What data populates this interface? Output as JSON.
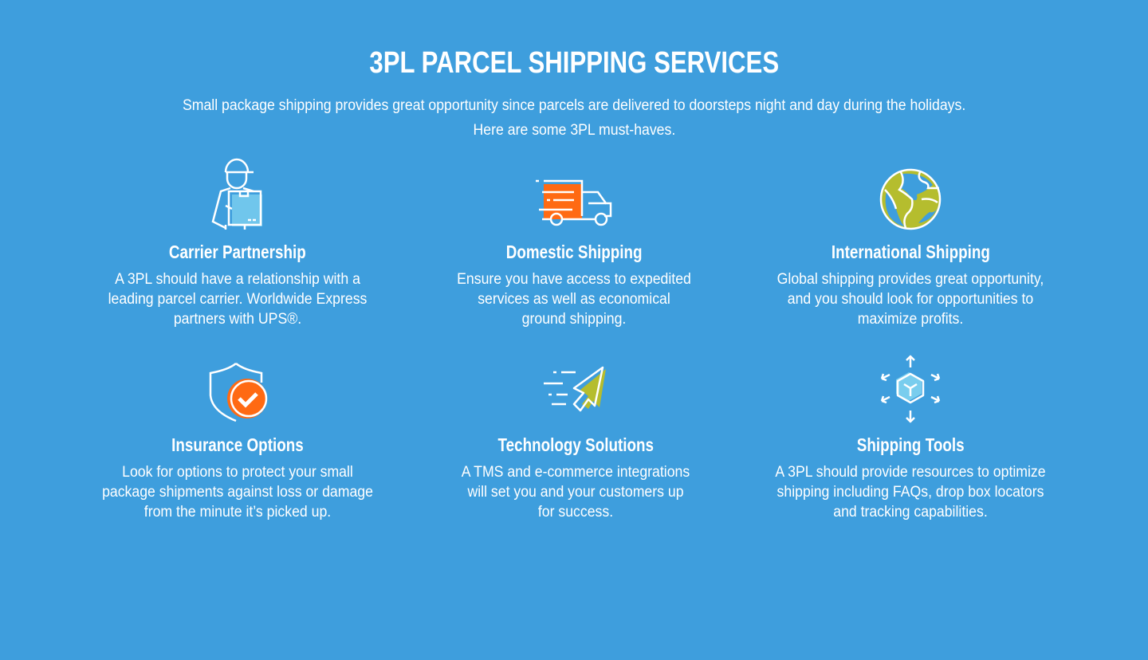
{
  "header": {
    "title": "3PL PARCEL SHIPPING SERVICES",
    "subtitle_line1": "Small package shipping provides great opportunity since parcels are delivered to doorsteps night and day during the holidays.",
    "subtitle_line2": "Here are some 3PL must-haves."
  },
  "colors": {
    "background": "#3e9edd",
    "orange": "#ff6a13",
    "olive": "#b5bd2e",
    "lightblue": "#79cdee"
  },
  "services": [
    {
      "icon": "delivery-person-icon",
      "title": "Carrier Partnership",
      "lines": [
        "A 3PL should have a relationship with a",
        "leading parcel carrier. Worldwide Express",
        "partners with UPS®."
      ]
    },
    {
      "icon": "delivery-truck-icon",
      "title": "Domestic Shipping",
      "lines": [
        "Ensure you have access to expedited",
        "services as well as economical",
        "ground shipping."
      ]
    },
    {
      "icon": "globe-icon",
      "title": "International Shipping",
      "lines": [
        "Global shipping provides great opportunity,",
        "and you should look for opportunities to",
        "maximize profits."
      ]
    },
    {
      "icon": "shield-check-icon",
      "title": "Insurance Options",
      "lines": [
        "Look for options to protect your small",
        "package shipments against loss or damage",
        "from the minute it’s picked up."
      ]
    },
    {
      "icon": "cursor-arrow-icon",
      "title": "Technology Solutions",
      "lines": [
        "A TMS and e-commerce integrations",
        "will set you and your customers up",
        "for success."
      ]
    },
    {
      "icon": "box-distribution-icon",
      "title": "Shipping Tools",
      "lines": [
        "A 3PL should provide resources to optimize",
        "shipping including FAQs, drop box locators",
        "and tracking capabilities."
      ]
    }
  ]
}
